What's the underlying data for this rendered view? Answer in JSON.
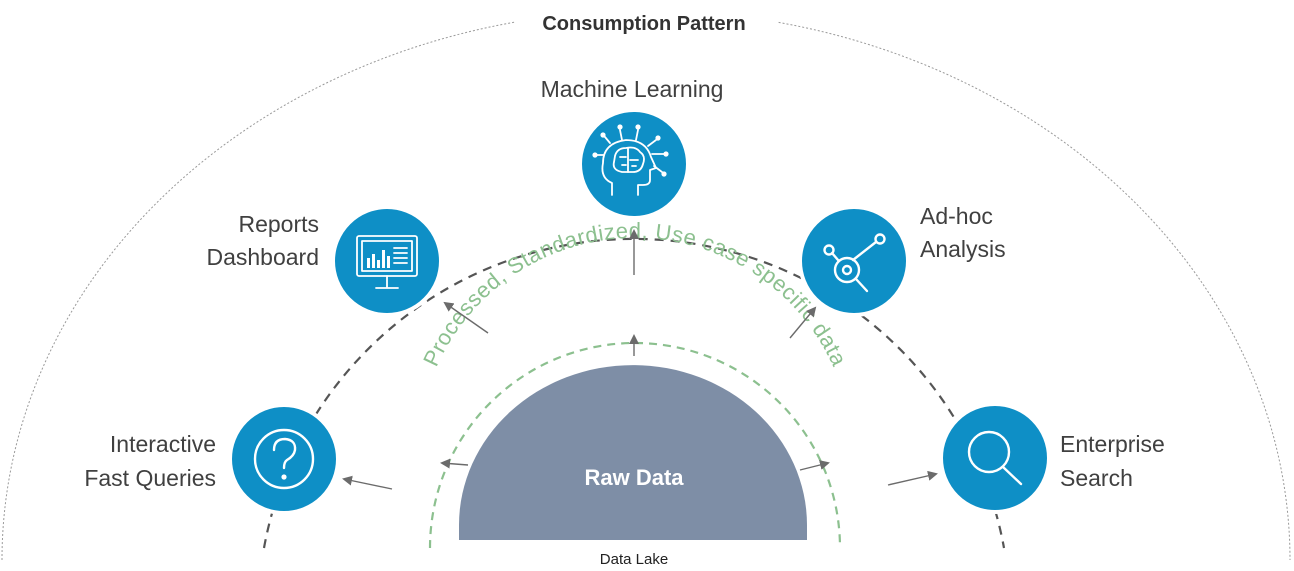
{
  "title": "Consumption Pattern",
  "nodes": {
    "machine_learning": {
      "label": "Machine Learning",
      "icon": "brain-head-icon"
    },
    "reports_dashboard": {
      "label_line1": "Reports",
      "label_line2": "Dashboard",
      "icon": "monitor-chart-icon"
    },
    "adhoc_analysis": {
      "label_line1": "Ad-hoc",
      "label_line2": "Analysis",
      "icon": "target-nodes-icon"
    },
    "interactive_fast_queries": {
      "label_line1": "Interactive",
      "label_line2": "Fast Queries",
      "icon": "question-mark-icon"
    },
    "enterprise_search": {
      "label_line1": "Enterprise",
      "label_line2": "Search",
      "icon": "magnifier-icon"
    }
  },
  "processed_layer": {
    "label": "Processed, Standardized, Use case specific data"
  },
  "raw_data": {
    "label": "Raw Data"
  },
  "data_lake": {
    "label": "Data Lake"
  },
  "colors": {
    "node_blue": "#0e8fc6",
    "raw_data_fill": "#7e8ea6",
    "processed_green": "#8cc08f",
    "outer_arc": "#9a9a9a",
    "dashed_arc": "#555555"
  }
}
